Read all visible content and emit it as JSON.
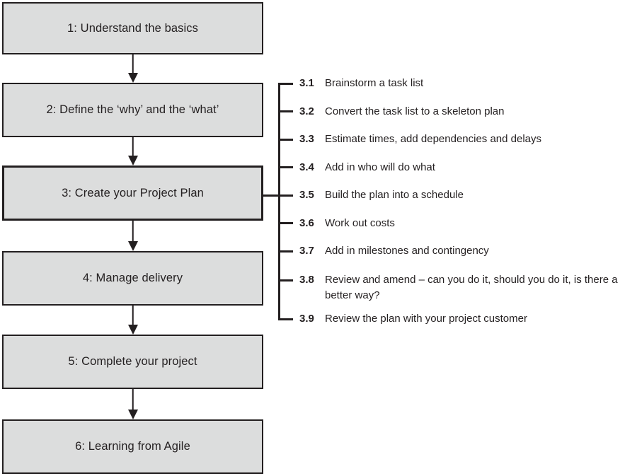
{
  "flow": {
    "boxes": [
      {
        "id": "1",
        "label": "1: Understand the basics",
        "highlighted": false
      },
      {
        "id": "2",
        "label": "2: Define the ‘why’ and the ‘what’",
        "highlighted": false
      },
      {
        "id": "3",
        "label": "3: Create your Project Plan",
        "highlighted": true
      },
      {
        "id": "4",
        "label": "4: Manage delivery",
        "highlighted": false
      },
      {
        "id": "5",
        "label": "5: Complete your project",
        "highlighted": false
      },
      {
        "id": "6",
        "label": "6: Learning from Agile",
        "highlighted": false
      }
    ]
  },
  "substeps": {
    "parent_box": "3",
    "items": [
      {
        "number": "3.1",
        "label": "Brainstorm a task list"
      },
      {
        "number": "3.2",
        "label": "Convert the task list to a skeleton plan"
      },
      {
        "number": "3.3",
        "label": "Estimate times, add dependencies and delays"
      },
      {
        "number": "3.4",
        "label": "Add in who will do what"
      },
      {
        "number": "3.5",
        "label": "Build the plan into a schedule"
      },
      {
        "number": "3.6",
        "label": "Work out costs"
      },
      {
        "number": "3.7",
        "label": "Add in milestones and contingency"
      },
      {
        "number": "3.8",
        "label": "Review and amend – can you do it, should you do it, is there a better way?"
      },
      {
        "number": "3.9",
        "label": "Review the plan with your project customer"
      }
    ]
  },
  "colors": {
    "box_fill": "#dcdddd",
    "line": "#231f20",
    "text": "#231f20",
    "background": "#ffffff"
  }
}
